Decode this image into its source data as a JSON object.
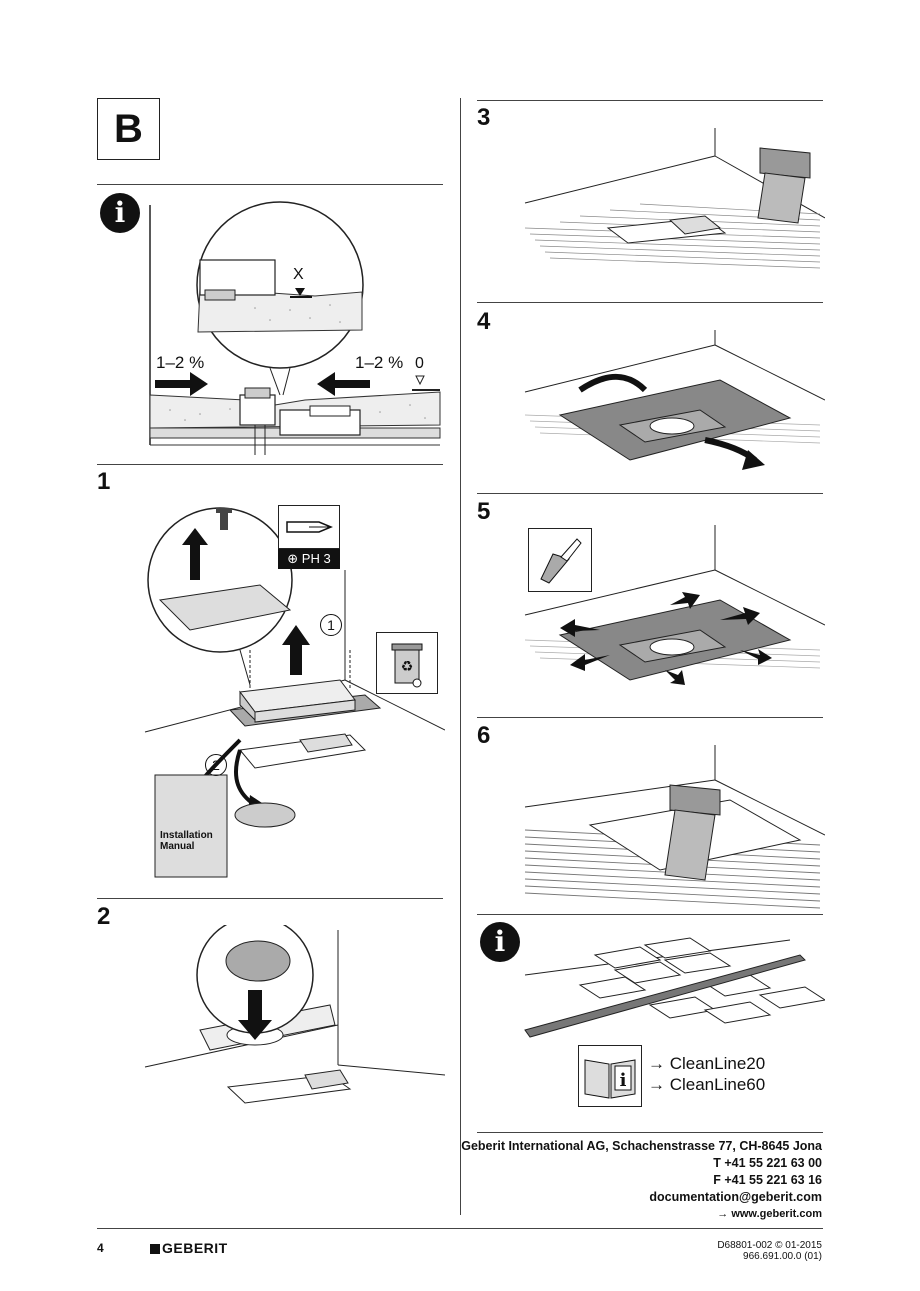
{
  "section_label": "B",
  "info": {
    "slope_left": "1–2 %",
    "slope_right": "1–2 %",
    "height_marker": "X",
    "level_marker": "0"
  },
  "steps": {
    "s1": "1",
    "s2": "2",
    "s3": "3",
    "s4": "4",
    "s5": "5",
    "s6": "6",
    "sub1": "1",
    "sub2": "2"
  },
  "tool": {
    "screwdriver_label": "PH 3"
  },
  "manual": {
    "line1": "Installation",
    "line2": "Manual"
  },
  "references": {
    "ref1": "→ CleanLine20",
    "ref2": "→ CleanLine60"
  },
  "contact": {
    "company": "Geberit International AG, Schachenstrasse 77, CH-8645 Jona",
    "phone": "T +41 55 221 63 00",
    "fax": "F +41 55 221 63 16",
    "email": "documentation@geberit.com",
    "web": "→  www.geberit.com"
  },
  "footer": {
    "page": "4",
    "brand": "GEBERIT",
    "doc_number": "D68801-002 © 01-2015",
    "article_number": "966.691.00.0 (01)"
  },
  "icons": [
    "info-icon",
    "recycle-bin-icon",
    "screwdriver-icon",
    "manual-book-icon",
    "spatula-icon"
  ]
}
